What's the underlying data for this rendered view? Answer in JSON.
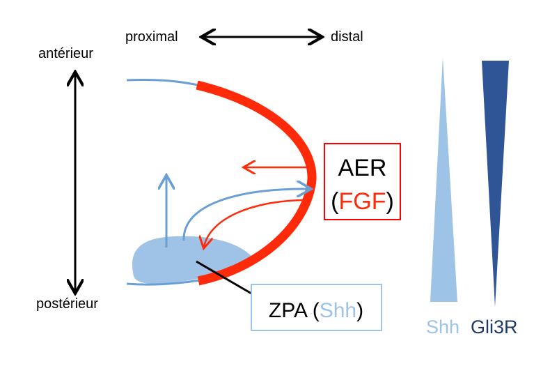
{
  "axes": {
    "proximal": "proximal",
    "distal": "distal",
    "anterior": "antérieur",
    "posterior": "postérieur"
  },
  "aer_box": {
    "title": "AER",
    "open": "(",
    "signal": "FGF",
    "close": ")"
  },
  "zpa_box": {
    "title": "ZPA (",
    "signal": "Shh",
    "close": ")"
  },
  "gradients": {
    "shh_label": "Shh",
    "gli3r_label": "Gli3R"
  },
  "colors": {
    "aer": "#ff2a0a",
    "shh": "#9dc3e6",
    "gli3r": "#2f5597",
    "gli3r_text": "#1f3864",
    "zpa_region": "#9fc3e7"
  }
}
